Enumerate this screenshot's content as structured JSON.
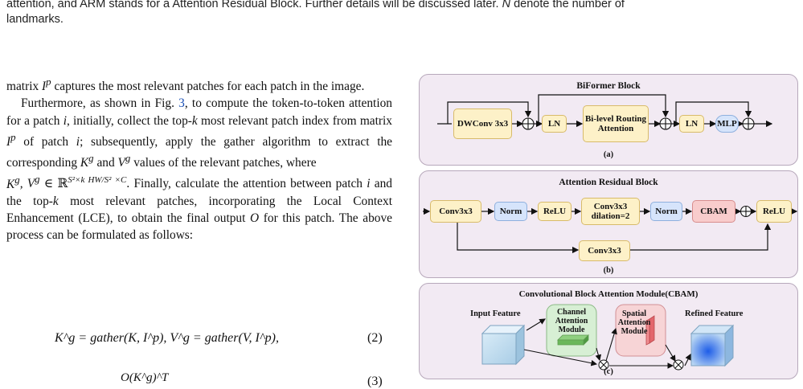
{
  "caption": {
    "tail": "attention, and ARM stands for a Attention Residual Block. Further details will be discussed later.",
    "n_symbol": "N",
    "n_text": " denote the number of",
    "last": "landmarks."
  },
  "text": {
    "p1_a": "matrix ",
    "p1_sym": "I",
    "p1_sup": "p",
    "p1_b": " captures the most relevant patches for each patch in the image.",
    "p2_a": "Furthermore, as shown in Fig. ",
    "p2_ref": "3",
    "p2_b": ", to compute the token-to-token attention for a patch ",
    "p2_i": "i",
    "p2_c": ", initially, collect the top-",
    "p2_k": "k",
    "p2_d": " most relevant patch index from matrix ",
    "p2_e": " of patch ",
    "p2_f": "; subsequently, apply the gather algorithm to extract the corresponding ",
    "p2_kg": "K",
    "p2_g": " and ",
    "p2_vg": "V",
    "p2_h": " values of the relevant patches, where",
    "p3_a": "K",
    "p3_b": ", V",
    "p3_in": " ∈ ℝ",
    "p3_sup": "S²×k HW/S² ×C",
    "p3_c": ". Finally, calculate the attention between patch ",
    "p3_d": " and the top-",
    "p3_e": " most relevant patches, incorporating the Local Context Enhancement (LCE), to obtain the final output ",
    "p3_o": "O",
    "p3_f": " for this patch. The above process can be formulated as follows:",
    "eq2": "K^g = gather(K, I^p),    V^g = gather(V, I^p),",
    "eq2_num": "(2)",
    "eq3_partial": "O(K^g)^T",
    "eq3_num": "(3)"
  },
  "figure": {
    "a": {
      "title": "BiFormer Block",
      "dwconv": "DWConv 3x3",
      "ln1": "LN",
      "routing": "Bi-level Routing Attention",
      "ln2": "LN",
      "mlp": "MLP",
      "label": "(a)"
    },
    "b": {
      "title": "Attention Residual Block",
      "conv1": "Conv3x3",
      "norm1": "Norm",
      "relu1": "ReLU",
      "conv_dil": "Conv3x3 dilation=2",
      "norm2": "Norm",
      "cbam": "CBAM",
      "relu2": "ReLU",
      "conv_skip": "Conv3x3",
      "label": "(b)"
    },
    "c": {
      "title": "Convolutional Block Attention Module(CBAM)",
      "input": "Input Feature",
      "channel": "Channel Attention Module",
      "spatial": "Spatial Attention Module",
      "refined": "Refined Feature",
      "label": "(c)"
    }
  }
}
